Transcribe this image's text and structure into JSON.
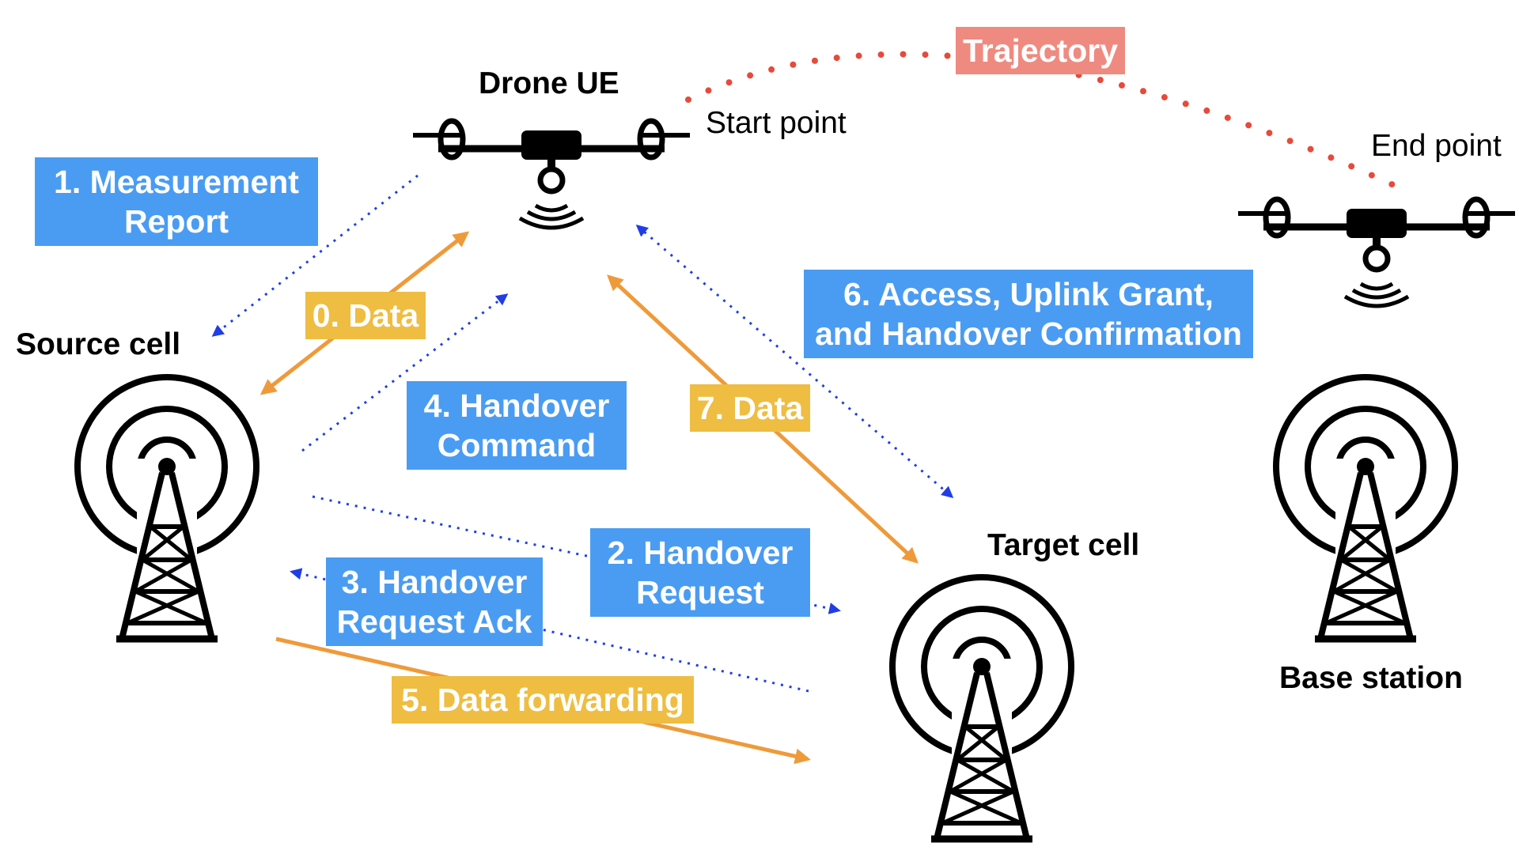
{
  "labels": {
    "drone_ue": "Drone UE",
    "start_point": "Start point",
    "end_point": "End point",
    "source_cell": "Source cell",
    "target_cell": "Target cell",
    "base_station": "Base station"
  },
  "steps": {
    "trajectory": "Trajectory",
    "step0": "0. Data",
    "step1_line1": "1. Measurement",
    "step1_line2": "Report",
    "step2_line1": "2. Handover",
    "step2_line2": "Request",
    "step3_line1": "3. Handover",
    "step3_line2": "Request Ack",
    "step4_line1": "4. Handover",
    "step4_line2": "Command",
    "step5": "5. Data forwarding",
    "step6_line1": "6. Access, Uplink Grant,",
    "step6_line2": "and Handover Confirmation",
    "step7": "7. Data"
  },
  "colors": {
    "signaling_arrow": "#1f3ee6",
    "data_arrow": "#ef9a3a",
    "trajectory_dots": "#e64a3b",
    "signaling_box": "#4a9cf2",
    "data_box": "#eebd42",
    "trajectory_box": "#ef8a80"
  },
  "icons": [
    "drone-icon",
    "cell-tower-icon"
  ]
}
